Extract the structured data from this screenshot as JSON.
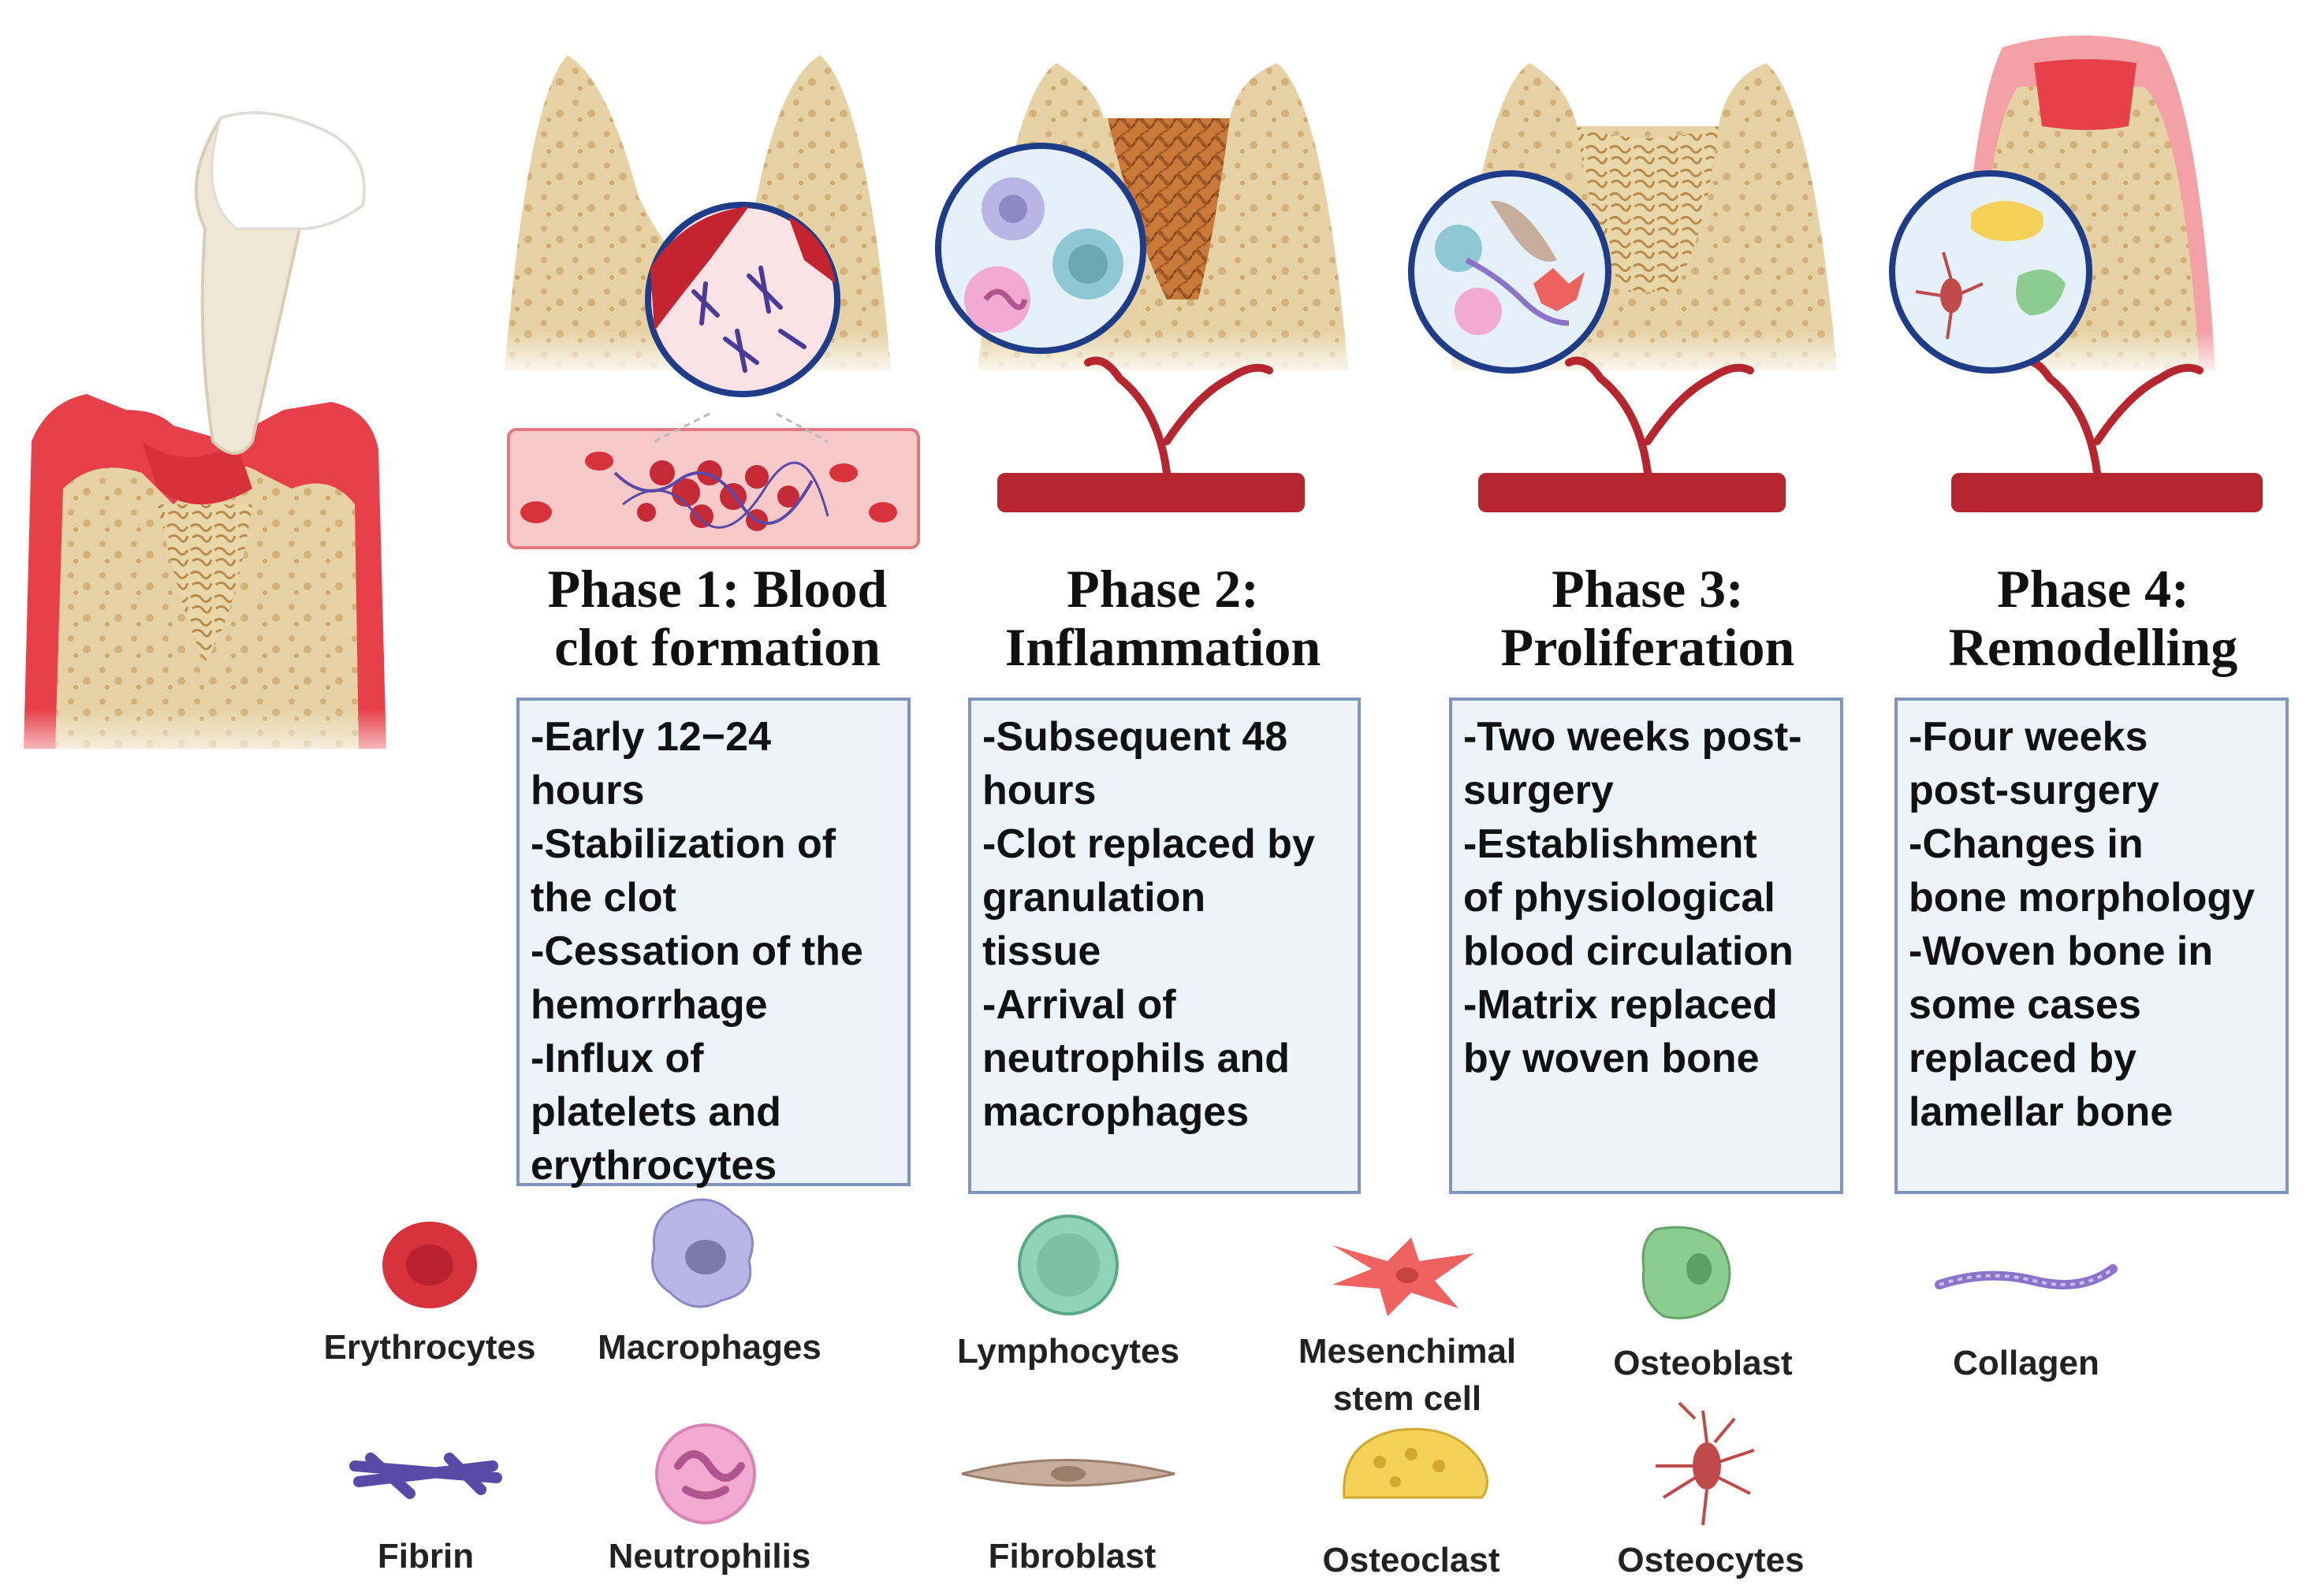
{
  "colors": {
    "bone": "#e6d2a4",
    "bone_dark": "#c9a56a",
    "gum": "#e8404a",
    "gum_light": "#f3a1a6",
    "vessel": "#b5262e",
    "box_border": "#7f95bd",
    "box_fill": "#eef2f9",
    "erythrocyte": "#d8323c",
    "macrophage": "#b9b6e6",
    "lymphocyte": "#8fd4b8",
    "mesenchymal": "#ee6360",
    "osteoblast": "#8ccc8f",
    "collagen": "#8a73c8",
    "fibrin": "#5a4aa8",
    "neutrophil": "#f2a9d2",
    "fibroblast": "#c9ad9c",
    "osteoclast": "#f4d25a",
    "osteocyte": "#c04a4a"
  },
  "phases": [
    {
      "title": "Phase 1: Blood\nclot formation",
      "lines": [
        "-Early 12−24\nhours",
        " -Stabilization of\nthe clot",
        "-Cessation of the\nhemorrhage",
        "-Influx of\nplatelets and\nerythrocytes"
      ]
    },
    {
      "title": "Phase 2:\nInflammation",
      "lines": [
        "-Subsequent 48\nhours",
        "-Clot replaced by\ngranulation\ntissue",
        "-Arrival of\nneutrophils and\nmacrophages"
      ]
    },
    {
      "title": "Phase 3:\nProliferation",
      "lines": [
        "-Two weeks post-\nsurgery",
        "-Establishment\nof physiological\nblood circulation",
        "-Matrix replaced\nby woven bone"
      ]
    },
    {
      "title": "Phase 4:\nRemodelling",
      "lines": [
        "-Four weeks\npost-surgery",
        "-Changes in\nbone morphology",
        "-Woven bone in\nsome cases\nreplaced by\nlamellar bone"
      ]
    }
  ],
  "legend": {
    "erythrocytes": {
      "label": "Erythrocytes",
      "icon": "erythrocyte-icon"
    },
    "macrophages": {
      "label": "Macrophages",
      "icon": "macrophage-icon"
    },
    "lymphocytes": {
      "label": "Lymphocytes",
      "icon": "lymphocyte-icon"
    },
    "mesenchymal": {
      "label": "Mesenchimal\nstem cell",
      "icon": "mesenchymal-stem-cell-icon"
    },
    "osteoblast": {
      "label": "Osteoblast",
      "icon": "osteoblast-icon"
    },
    "collagen": {
      "label": "Collagen",
      "icon": "collagen-icon"
    },
    "fibrin": {
      "label": "Fibrin",
      "icon": "fibrin-icon"
    },
    "neutrophilis": {
      "label": "Neutrophilis",
      "icon": "neutrophil-icon"
    },
    "fibroblast": {
      "label": "Fibroblast",
      "icon": "fibroblast-icon"
    },
    "osteoclast": {
      "label": "Osteoclast",
      "icon": "osteoclast-icon"
    },
    "osteocytes": {
      "label": "Osteocytes",
      "icon": "osteocyte-icon"
    }
  }
}
